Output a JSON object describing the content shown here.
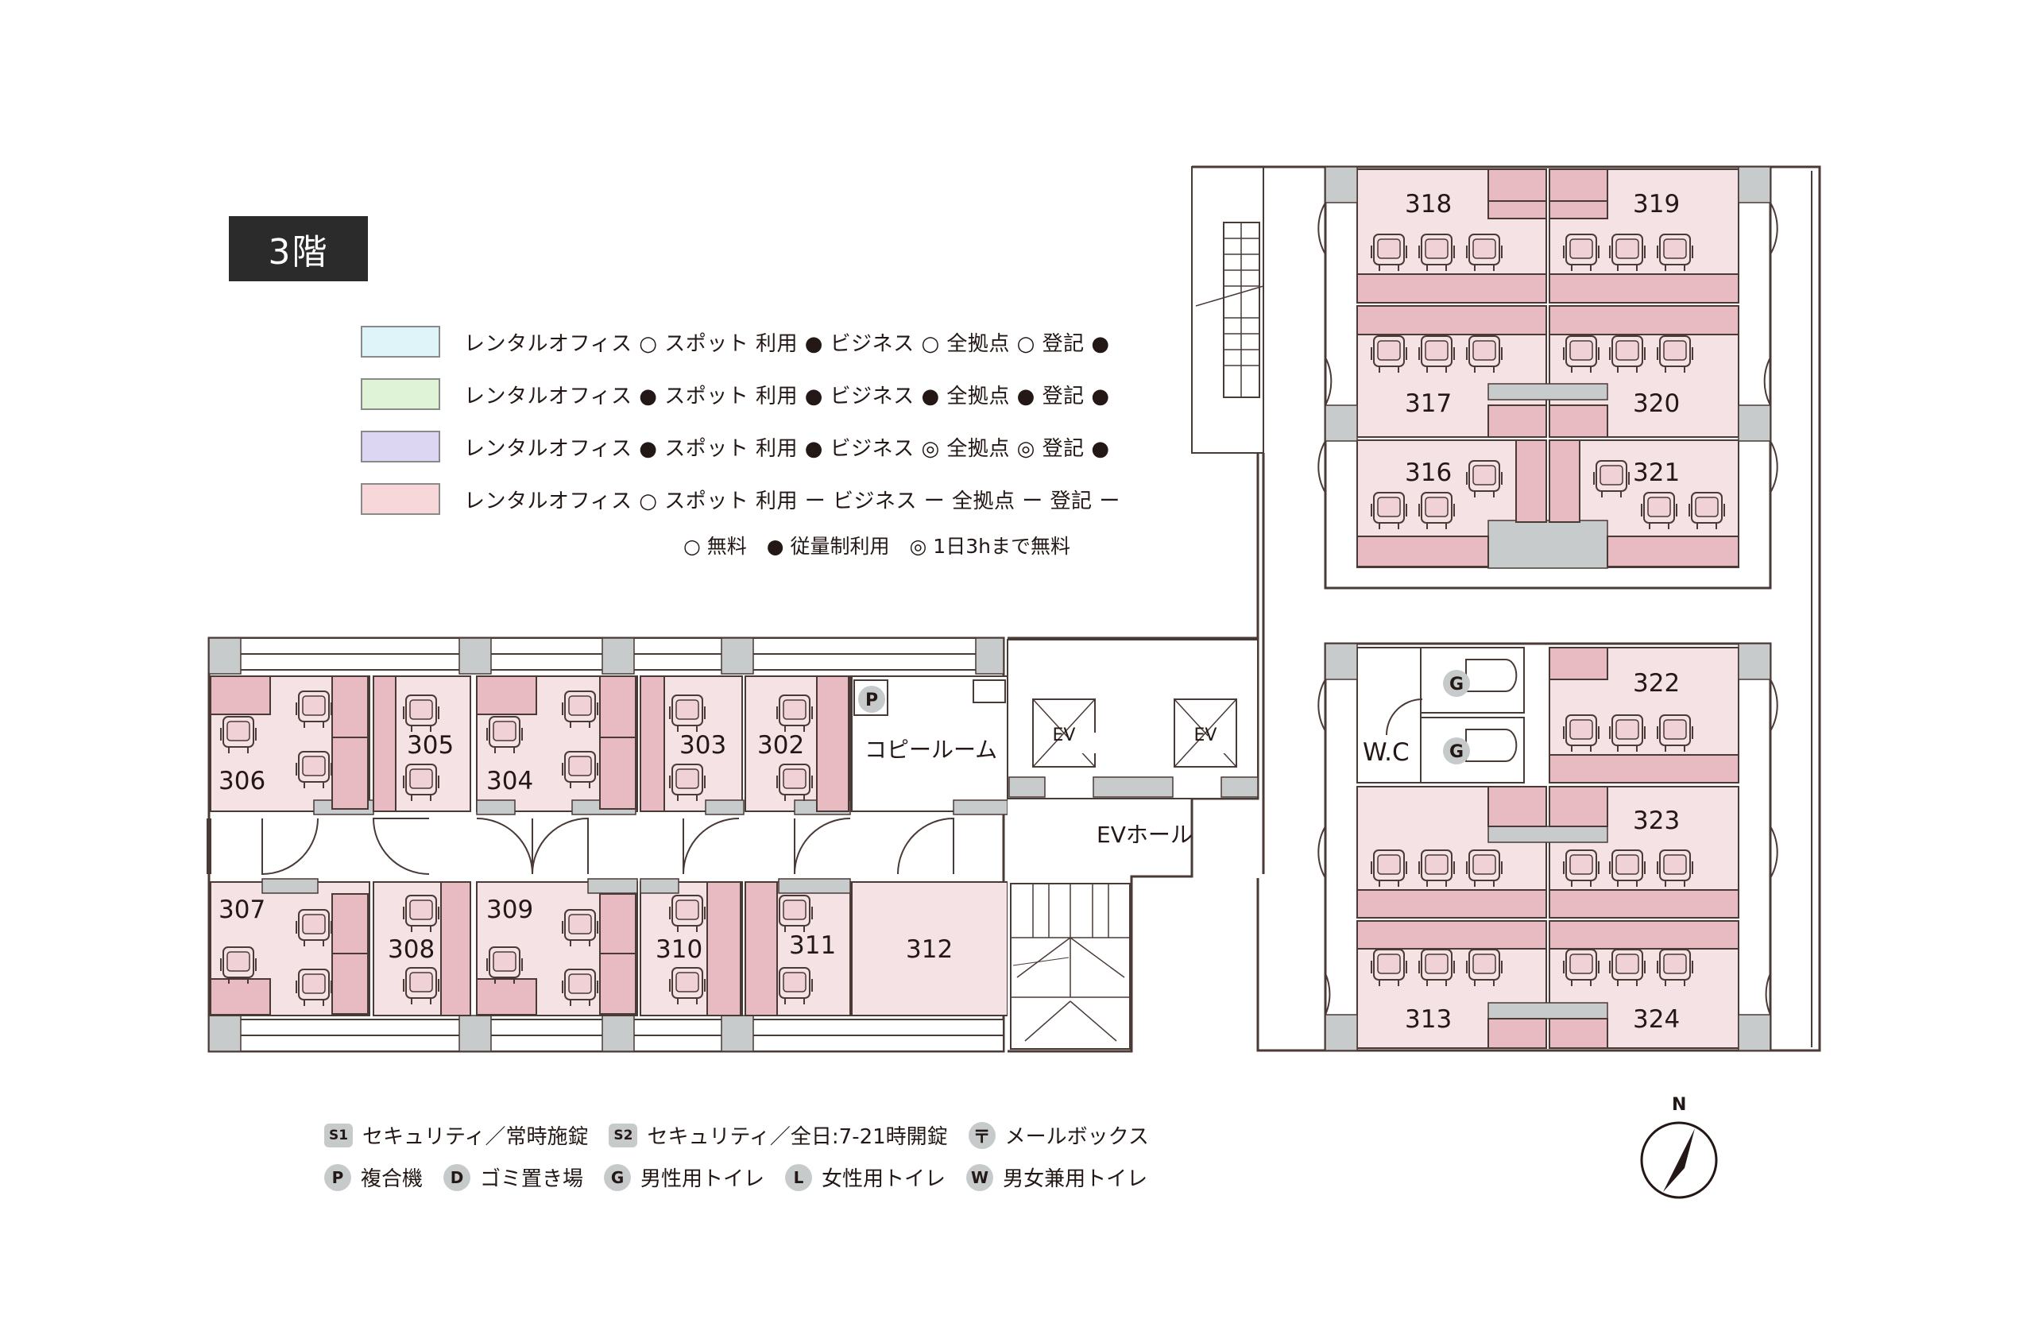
{
  "floor": {
    "label": "3階"
  },
  "legend": [
    {
      "color": "#dff4f8",
      "text": "レンタルオフィス ○ スポット 利用 ● ビジネス ○ 全拠点 ○ 登記 ●"
    },
    {
      "color": "#dff3d6",
      "text": "レンタルオフィス ● スポット 利用 ● ビジネス ● 全拠点 ● 登記 ●"
    },
    {
      "color": "#dcd6f2",
      "text": "レンタルオフィス ● スポット 利用 ● ビジネス ◎ 全拠点 ◎ 登記 ●"
    },
    {
      "color": "#f7d7d9",
      "text": "レンタルオフィス ○ スポット 利用 ー ビジネス ー 全拠点 ー 登記 ー"
    }
  ],
  "usage_key": "○ 無料　● 従量制利用　◎ 1日3hまで無料",
  "rooms": {
    "r306": "306",
    "r305": "305",
    "r304": "304",
    "r303": "303",
    "r302": "302",
    "copy_room": "コピールーム",
    "r307": "307",
    "r308": "308",
    "r309": "309",
    "r310": "310",
    "r311": "311",
    "r312": "312",
    "ev_hall": "EVホール",
    "ev1": "EV",
    "ev2": "EV",
    "r318": "318",
    "r319": "319",
    "r317": "317",
    "r320": "320",
    "r316": "316",
    "r321": "321",
    "r322": "322",
    "r323": "323",
    "r313": "313",
    "r324": "324",
    "wc": "W.C"
  },
  "fixtures": {
    "printer_badge": "P",
    "toilet_badge": "G",
    "north": "N"
  },
  "key": {
    "s1_badge": "S1",
    "s1": "セキュリティ／常時施錠",
    "s2_badge": "S2",
    "s2": "セキュリティ／全日:7-21時開錠",
    "mail_badge": "〒",
    "mail": "メールボックス",
    "p_badge": "P",
    "p": "複合機",
    "d_badge": "D",
    "d": "ゴミ置き場",
    "g_badge": "G",
    "g": "男性用トイレ",
    "l_badge": "L",
    "l": "女性用トイレ",
    "w_badge": "W",
    "w": "男女兼用トイレ"
  },
  "colors": {
    "room_fill": "#f4e2e4",
    "furniture": "#e8bac2",
    "wall": "#c8cbcc",
    "outline": "#4a3a36"
  }
}
